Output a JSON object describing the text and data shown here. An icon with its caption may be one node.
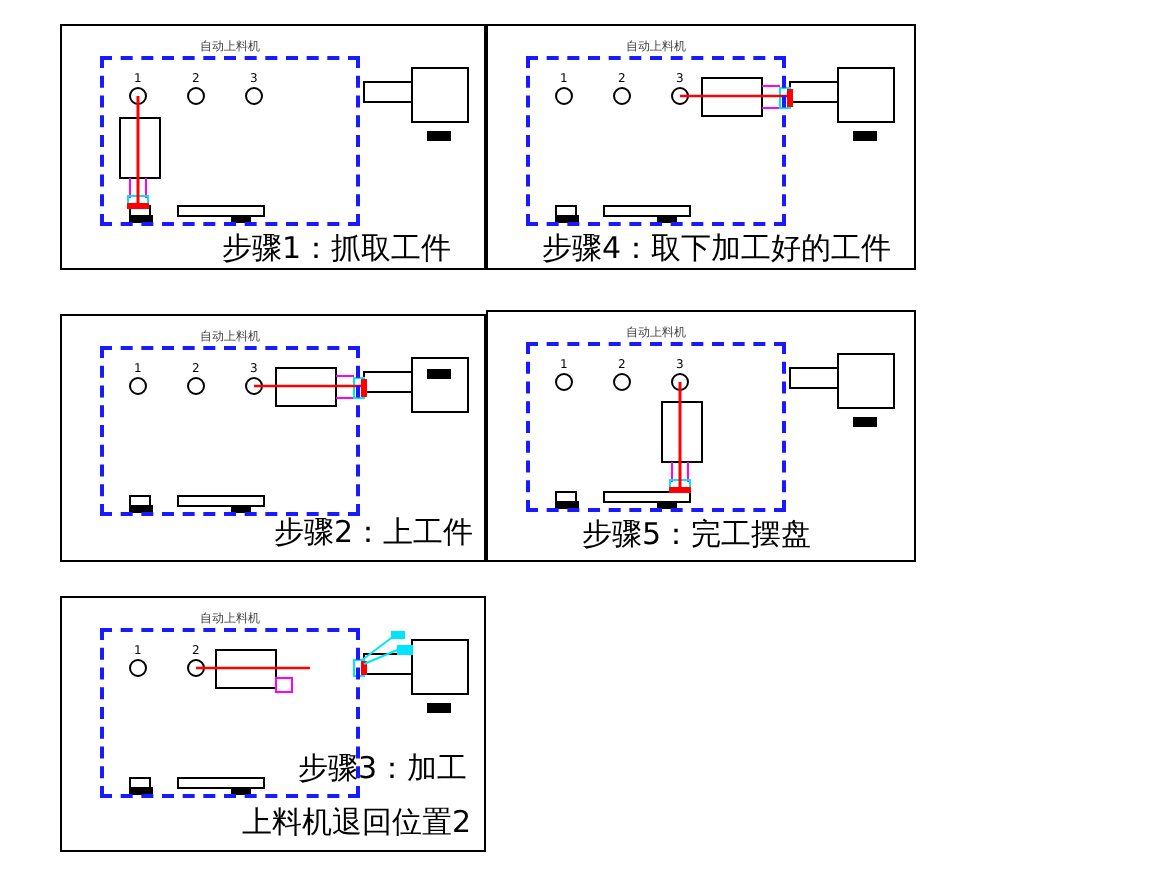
{
  "diagram": {
    "nodes": [
      {
        "text": [
          "步骤1：抓取工件"
        ]
      },
      {
        "text": [
          "自动上料机"
        ],
        "in": 0
      },
      {
        "text": [
          "步骤4：取下加工好的工件"
        ]
      },
      {
        "text": [
          "自动上料机"
        ],
        "in": 2
      },
      {
        "text": [
          "步骤2：上工件"
        ]
      },
      {
        "text": [
          "自动上料机"
        ],
        "in": 4
      },
      {
        "text": [
          "步骤5：完工摆盘"
        ]
      },
      {
        "text": [
          "自动上料机"
        ],
        "in": 6
      },
      {
        "text": [
          "步骤3：加工",
          "上料机退回位置2"
        ]
      },
      {
        "text": [
          "自动上料机"
        ],
        "in": 8
      }
    ],
    "edges": [],
    "labels": [
      "1",
      "2",
      "3",
      "1",
      "2",
      "3",
      "1",
      "2",
      "3",
      "1",
      "2",
      "3",
      "1",
      "2"
    ]
  }
}
